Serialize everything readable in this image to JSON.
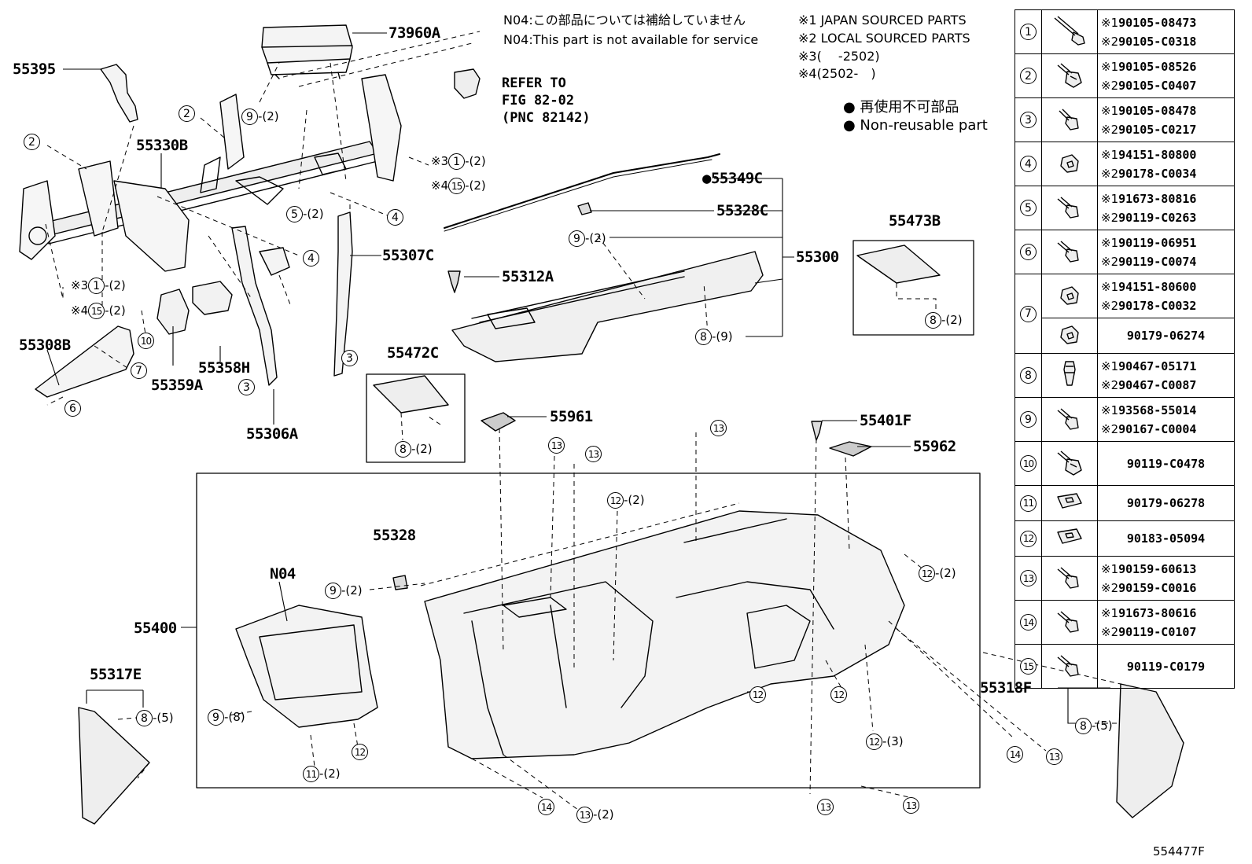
{
  "notes": {
    "n04_jp": "N04:この部品については補給していません",
    "n04_en": "N04:This part is not available for service",
    "src1": "※1 JAPAN SOURCED PARTS",
    "src2": "※2 LOCAL SOURCED PARTS",
    "src3": "※3(　 -2502)",
    "src4": "※4(2502-　)",
    "nonreuse_jp": "● 再使用不可部品",
    "nonreuse_en": "● Non-reusable part"
  },
  "refer": "REFER TO\nFIG 82-02\n(PNC 82142)",
  "labels": {
    "p73960A": "73960A",
    "p55395": "55395",
    "p55330B": "55330B",
    "p55349C": "●55349C",
    "p55328C": "55328C",
    "p55300": "55300",
    "p55312A": "55312A",
    "p55307C": "55307C",
    "p55473B": "55473B",
    "p55308B": "55308B",
    "p55359A": "55359A",
    "p55358H": "55358H",
    "p55306A": "55306A",
    "p55472C": "55472C",
    "p55961": "55961",
    "p55401F": "55401F",
    "p55962": "55962",
    "p55328": "55328",
    "pN04": "N04",
    "p55400": "55400",
    "p55317E": "55317E",
    "p55318F": "55318F"
  },
  "fig_id": "554477F",
  "callouts": {
    "c2a": {
      "n": "2",
      "q": ""
    },
    "c2b": {
      "n": "2",
      "q": ""
    },
    "c9a": {
      "n": "9",
      "q": "-(2)"
    },
    "c3x1a": {
      "pre": "※3",
      "n": "1",
      "q": "-(2)"
    },
    "c4x15a": {
      "pre": "※4",
      "n": "15",
      "q": "-(2)"
    },
    "c5a": {
      "n": "5",
      "q": "-(2)"
    },
    "c4a": {
      "n": "4",
      "q": ""
    },
    "c4b": {
      "n": "4",
      "q": ""
    },
    "c3x1b": {
      "pre": "※3",
      "n": "1",
      "q": "-(2)"
    },
    "c4x15b": {
      "pre": "※4",
      "n": "15",
      "q": "-(2)"
    },
    "c10": {
      "n": "10",
      "q": ""
    },
    "c7": {
      "n": "7",
      "q": ""
    },
    "c6": {
      "n": "6",
      "q": ""
    },
    "c3a": {
      "n": "3",
      "q": ""
    },
    "c3b": {
      "n": "3",
      "q": ""
    },
    "c9b": {
      "n": "9",
      "q": "-(2)"
    },
    "c8a": {
      "n": "8",
      "q": "-(9)"
    },
    "c8b": {
      "n": "8",
      "q": "-(2)"
    },
    "c8c": {
      "n": "8",
      "q": "-(2)"
    },
    "c13a": {
      "n": "13",
      "q": ""
    },
    "c13b": {
      "n": "13",
      "q": ""
    },
    "c13c": {
      "n": "13",
      "q": ""
    },
    "c12a": {
      "n": "12",
      "q": "-(2)"
    },
    "c12b": {
      "n": "12",
      "q": "-(2)"
    },
    "c9c": {
      "n": "9",
      "q": "-(2)"
    },
    "c9d": {
      "n": "9",
      "q": "-(8)"
    },
    "c12c": {
      "n": "12",
      "q": ""
    },
    "c11": {
      "n": "11",
      "q": "-(2)"
    },
    "c12d": {
      "n": "12",
      "q": ""
    },
    "c12e": {
      "n": "12",
      "q": ""
    },
    "c12f": {
      "n": "12",
      "q": "-(3)"
    },
    "c14a": {
      "n": "14",
      "q": ""
    },
    "c13d": {
      "n": "13",
      "q": "-(2)"
    },
    "c13e": {
      "n": "13",
      "q": ""
    },
    "c13f": {
      "n": "13",
      "q": ""
    },
    "c14b": {
      "n": "14",
      "q": ""
    },
    "c13g": {
      "n": "13",
      "q": ""
    },
    "c8d": {
      "n": "8",
      "q": "-(5)"
    },
    "c8e": {
      "n": "8",
      "q": "-(5)"
    }
  },
  "parts_table": [
    {
      "num": "1",
      "icon": "long-bolt",
      "lines": [
        {
          "mark": "※1",
          "pn": "90105-08473"
        },
        {
          "mark": "※2",
          "pn": "90105-C0318"
        }
      ]
    },
    {
      "num": "2",
      "icon": "flange-bolt",
      "lines": [
        {
          "mark": "※1",
          "pn": "90105-08526"
        },
        {
          "mark": "※2",
          "pn": "90105-C0407"
        }
      ]
    },
    {
      "num": "3",
      "icon": "short-bolt",
      "lines": [
        {
          "mark": "※1",
          "pn": "90105-08478"
        },
        {
          "mark": "※2",
          "pn": "90105-C0217"
        }
      ]
    },
    {
      "num": "4",
      "icon": "nut",
      "lines": [
        {
          "mark": "※1",
          "pn": "94151-80800"
        },
        {
          "mark": "※2",
          "pn": "90178-C0034"
        }
      ]
    },
    {
      "num": "5",
      "icon": "bolt",
      "lines": [
        {
          "mark": "※1",
          "pn": "91673-80816"
        },
        {
          "mark": "※2",
          "pn": "90119-C0263"
        }
      ]
    },
    {
      "num": "6",
      "icon": "bolt",
      "lines": [
        {
          "mark": "※1",
          "pn": "90119-06951"
        },
        {
          "mark": "※2",
          "pn": "90119-C0074"
        }
      ]
    },
    {
      "num": "7",
      "icon": "nut",
      "lines": [
        {
          "mark": "※1",
          "pn": "94151-80600"
        },
        {
          "mark": "※2",
          "pn": "90178-C0032"
        }
      ]
    },
    {
      "num": "",
      "icon": "nut",
      "lines": [
        {
          "mark": "",
          "pn": "90179-06274"
        }
      ]
    },
    {
      "num": "8",
      "icon": "clip",
      "lines": [
        {
          "mark": "※1",
          "pn": "90467-05171"
        },
        {
          "mark": "※2",
          "pn": "90467-C0087"
        }
      ]
    },
    {
      "num": "9",
      "icon": "bolt",
      "lines": [
        {
          "mark": "※1",
          "pn": "93568-55014"
        },
        {
          "mark": "※2",
          "pn": "90167-C0004"
        }
      ]
    },
    {
      "num": "10",
      "icon": "flange-bolt",
      "lines": [
        {
          "mark": "",
          "pn": "90119-C0478"
        }
      ]
    },
    {
      "num": "11",
      "icon": "u-nut",
      "lines": [
        {
          "mark": "",
          "pn": "90179-06278"
        }
      ]
    },
    {
      "num": "12",
      "icon": "u-nut",
      "lines": [
        {
          "mark": "",
          "pn": "90183-05094"
        }
      ]
    },
    {
      "num": "13",
      "icon": "bolt",
      "lines": [
        {
          "mark": "※1",
          "pn": "90159-60613"
        },
        {
          "mark": "※2",
          "pn": "90159-C0016"
        }
      ]
    },
    {
      "num": "14",
      "icon": "bolt",
      "lines": [
        {
          "mark": "※1",
          "pn": "91673-80616"
        },
        {
          "mark": "※2",
          "pn": "90119-C0107"
        }
      ]
    },
    {
      "num": "15",
      "icon": "bolt",
      "lines": [
        {
          "mark": "",
          "pn": "90119-C0179"
        }
      ]
    }
  ]
}
